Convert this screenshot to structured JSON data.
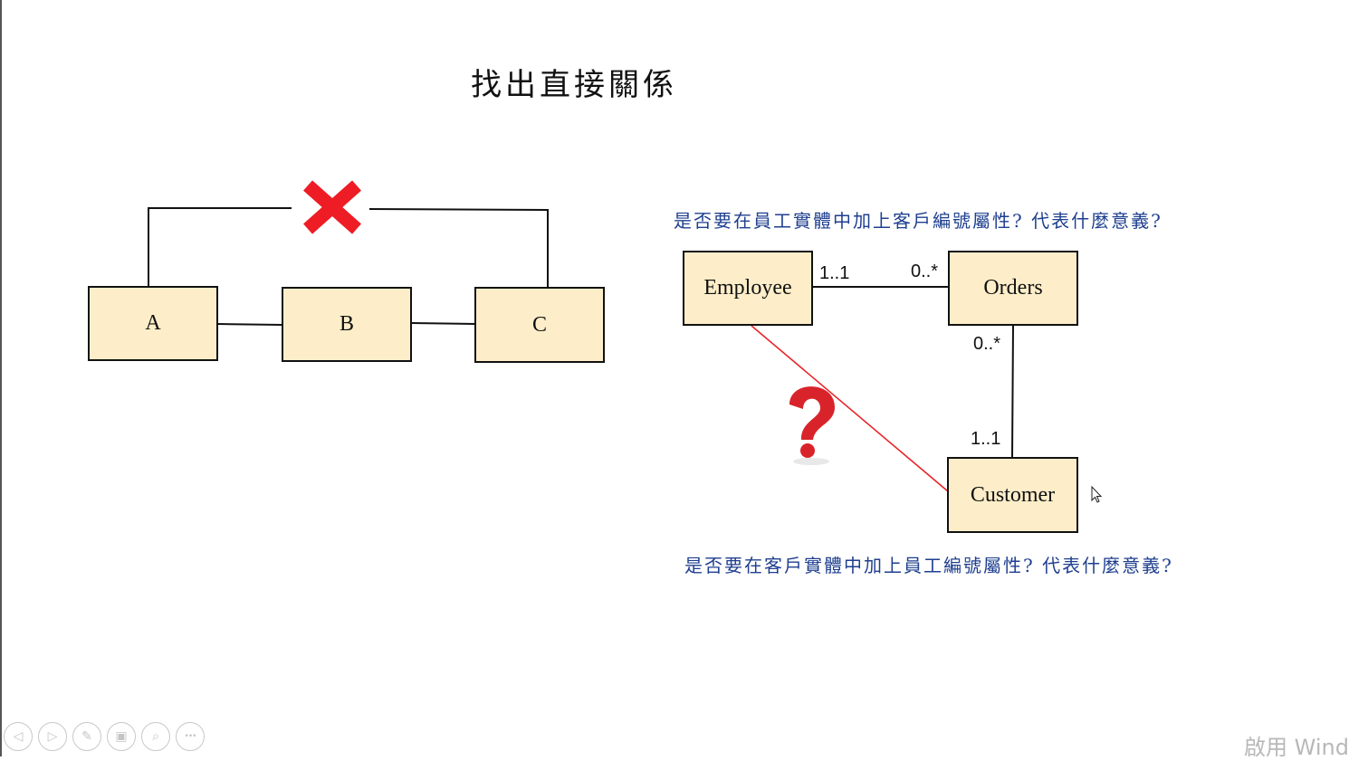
{
  "slide": {
    "title": "找出直接關係"
  },
  "left_diagram": {
    "box_a": "A",
    "box_b": "B",
    "box_c": "C",
    "cross_color": "#ee1c25"
  },
  "right_diagram": {
    "question_top": "是否要在員工實體中加上客戶編號屬性? 代表什麼意義?",
    "question_bottom": "是否要在客戶實體中加上員工編號屬性? 代表什麼意義?",
    "entities": {
      "employee": "Employee",
      "orders": "Orders",
      "customer": "Customer"
    },
    "multiplicities": {
      "employee_side": "1..1",
      "orders_side_from_employee": "0..*",
      "orders_side_from_customer": "0..*",
      "customer_side": "1..1"
    },
    "questionable_link_color": "#e8252a",
    "entity_fill": "#fdeec9",
    "question_text_color": "#1f3f8f"
  },
  "controls": {
    "icons": [
      "prev-icon",
      "next-icon",
      "pen-icon",
      "slides-icon",
      "zoom-icon",
      "more-icon"
    ],
    "prev": "◁",
    "next": "▷",
    "pen": "✎",
    "slides": "▣",
    "zoom": "⌕",
    "more": "•••"
  },
  "watermark": {
    "text": "啟用 Wind"
  }
}
